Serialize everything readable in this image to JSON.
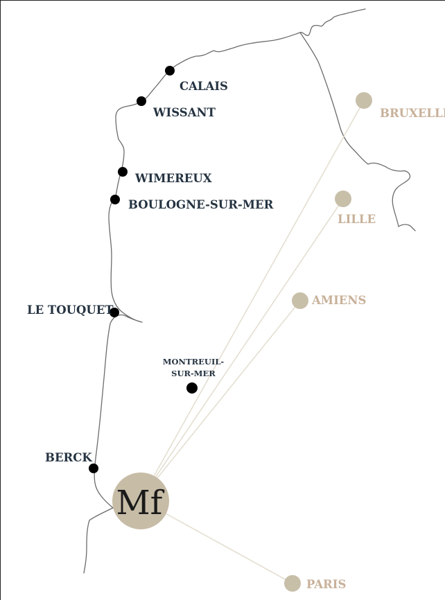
{
  "colors": {
    "town_marker": "#000000",
    "town_label": "#253341",
    "city_marker": "#c8bfa9",
    "city_label": "#c8b19a",
    "route_line": "#e4dfd1",
    "logo_bg": "#c7bca6",
    "logo_text": "#1a1a1a",
    "coastline": "#6b6b6b"
  },
  "logo": {
    "text": "Mf"
  },
  "towns": [
    {
      "id": "calais",
      "label": "CALAIS"
    },
    {
      "id": "wissant",
      "label": "WISSANT"
    },
    {
      "id": "wimereux",
      "label": "WIMEREUX"
    },
    {
      "id": "boulogne",
      "label": "BOULOGNE-SUR-MER"
    },
    {
      "id": "letouquet",
      "label": "LE TOUQUET"
    },
    {
      "id": "montreuil",
      "label_line1": "MONTREUIL-",
      "label_line2": "SUR-MER"
    },
    {
      "id": "berck",
      "label": "BERCK"
    }
  ],
  "cities": [
    {
      "id": "bruxelles",
      "label": "BRUXELLES"
    },
    {
      "id": "lille",
      "label": "LILLE"
    },
    {
      "id": "amiens",
      "label": "AMIENS"
    },
    {
      "id": "paris",
      "label": "PARIS"
    }
  ]
}
